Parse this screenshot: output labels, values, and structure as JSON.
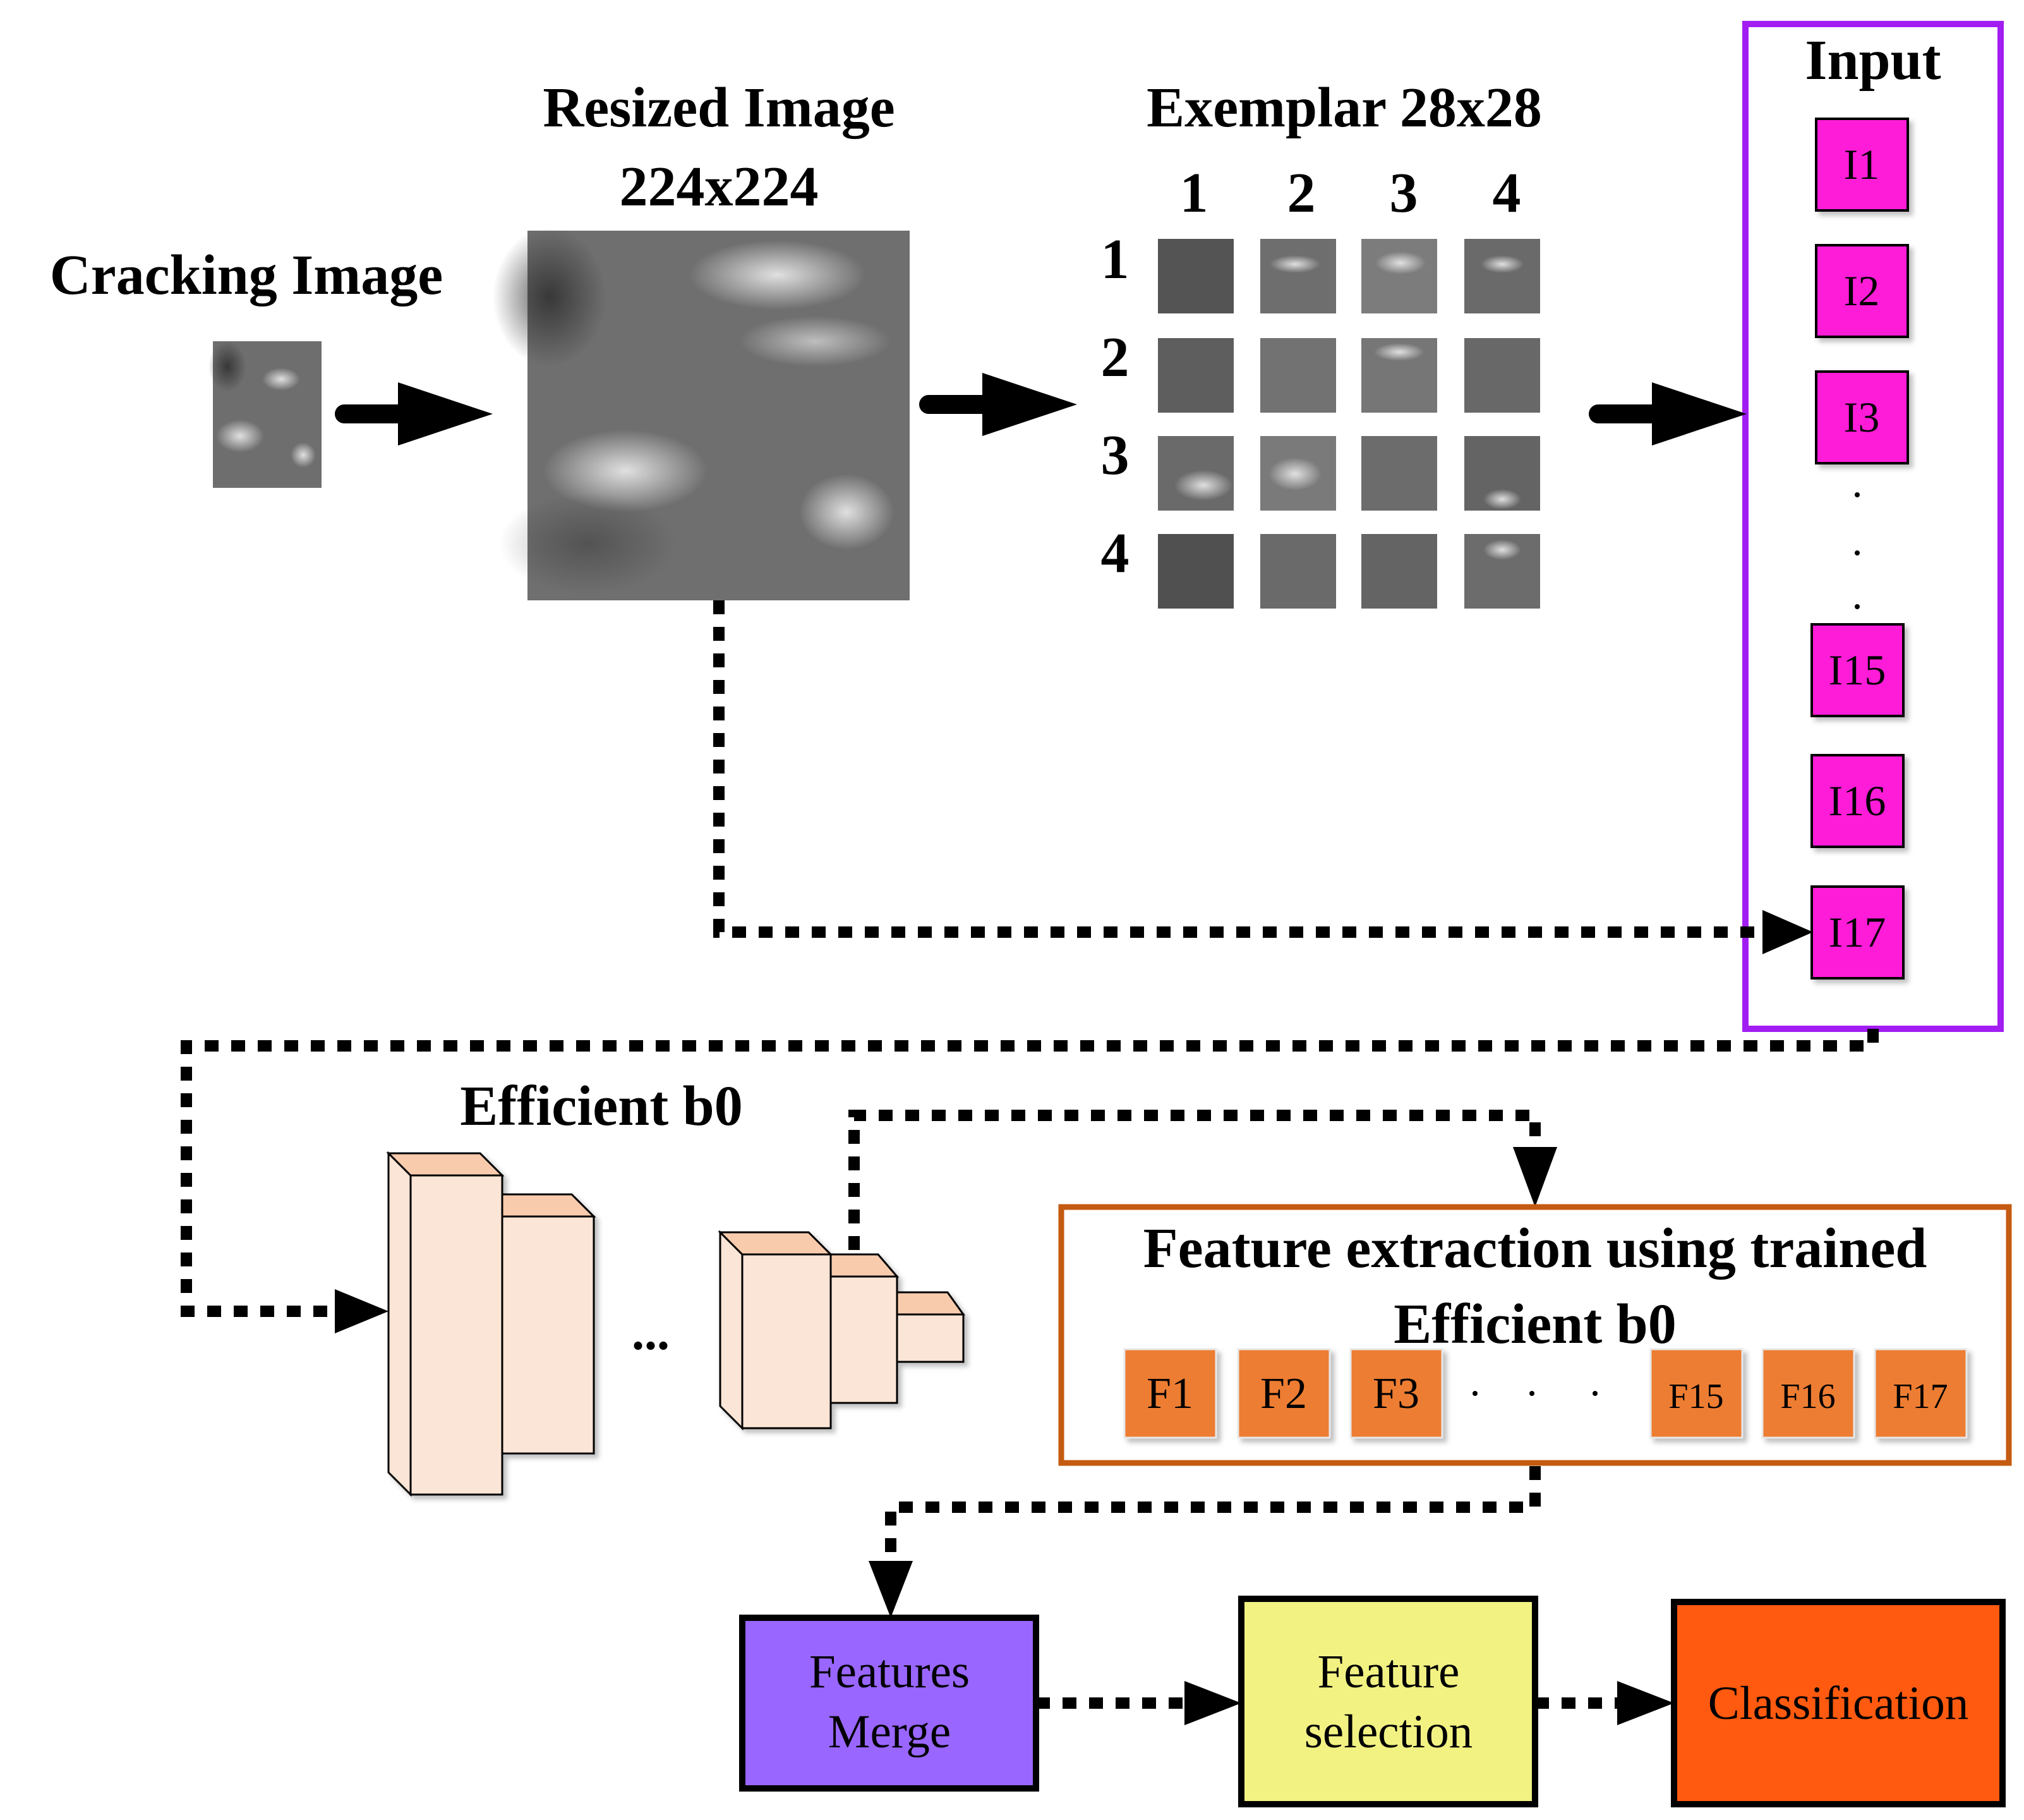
{
  "labels": {
    "cracking_image": "Cracking Image",
    "resized_line1": "Resized Image",
    "resized_line2": "224x224",
    "exemplar": "Exemplar 28x28",
    "input": "Input",
    "efficient": "Efficient b0",
    "feature_ext_line1": "Feature extraction using trained",
    "feature_ext_line2": "Efficient b0",
    "ellipsis": "..."
  },
  "grid": {
    "col_labels": [
      "1",
      "2",
      "3",
      "4"
    ],
    "row_labels": [
      "1",
      "2",
      "3",
      "4"
    ]
  },
  "inputs": [
    "I1",
    "I2",
    "I3",
    "I15",
    "I16",
    "I17"
  ],
  "features": [
    "F1",
    "F2",
    "F3",
    "F15",
    "F16",
    "F17"
  ],
  "stages": {
    "merge": [
      "Features",
      "Merge"
    ],
    "selection": [
      "Feature",
      "selection"
    ],
    "classification": [
      "Classification"
    ]
  },
  "colors": {
    "input_border": "#a11df2",
    "input_box": "#ff1dd8",
    "feature_border": "#c55a11",
    "feature_box": "#ed7d31",
    "merge": "#9966ff",
    "selection": "#f2f283",
    "classification": "#ff5a0f",
    "cnn_face": "#fbe5d6",
    "cnn_top": "#f8cbad"
  }
}
